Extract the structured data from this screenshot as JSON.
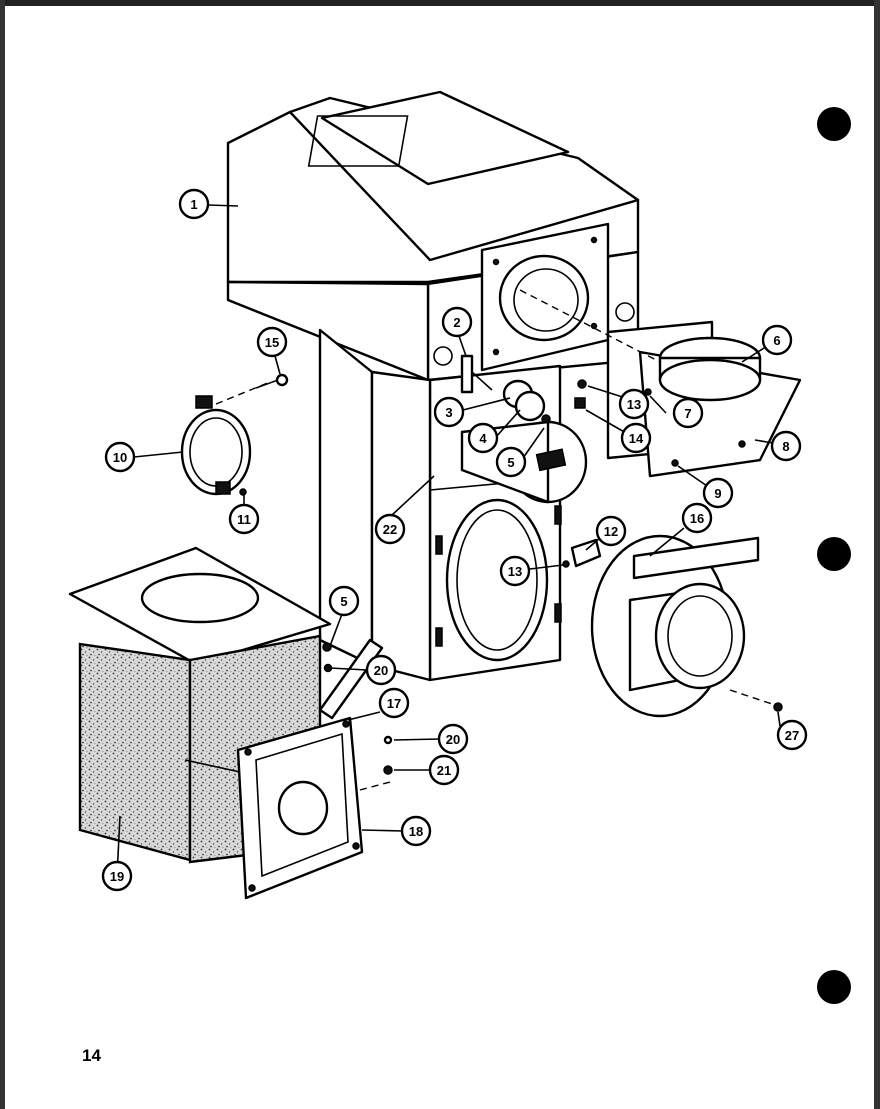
{
  "page": {
    "number": "14"
  },
  "callouts": [
    {
      "label": "1"
    },
    {
      "label": "2"
    },
    {
      "label": "3"
    },
    {
      "label": "4"
    },
    {
      "label": "5"
    },
    {
      "label": "5"
    },
    {
      "label": "6"
    },
    {
      "label": "7"
    },
    {
      "label": "8"
    },
    {
      "label": "9"
    },
    {
      "label": "10"
    },
    {
      "label": "11"
    },
    {
      "label": "12"
    },
    {
      "label": "13"
    },
    {
      "label": "13"
    },
    {
      "label": "14"
    },
    {
      "label": "15"
    },
    {
      "label": "16"
    },
    {
      "label": "17"
    },
    {
      "label": "18"
    },
    {
      "label": "19"
    },
    {
      "label": "20"
    },
    {
      "label": "20"
    },
    {
      "label": "21"
    },
    {
      "label": "22"
    },
    {
      "label": "27"
    }
  ]
}
